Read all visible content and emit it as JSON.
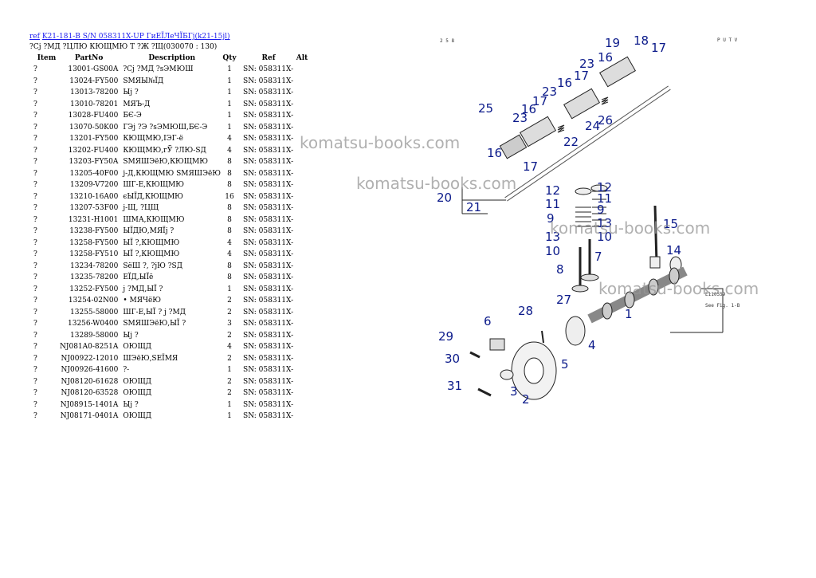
{
  "header": {
    "link_ref": "ref",
    "link_title": "K21-181-B S/N 058311X-UP ГиЕЇЛеЧЇБГј(k21-15jl)",
    "subtitle": "?Сј ?МД ?ЦЛЮ КЮЩМЮ Т ?Ж ?Щ(030070 : 130)"
  },
  "table": {
    "columns": [
      "Item",
      "PartNo",
      "Description",
      "Qty",
      "Ref",
      "Alt"
    ],
    "rows": [
      {
        "item": "?",
        "part": "13001-GS00A",
        "desc": "?Сј ?МД ?sЭМЮШ",
        "qty": "1",
        "ref": "SN: 058311X-"
      },
      {
        "item": "?",
        "part": "13024-FY500",
        "desc": "SМЯЫ№ЇД",
        "qty": "1",
        "ref": "SN: 058311X-"
      },
      {
        "item": "?",
        "part": "13013-78200",
        "desc": "Ыј ?",
        "qty": "1",
        "ref": "SN: 058311X-"
      },
      {
        "item": "?",
        "part": "13010-78201",
        "desc": "МЯЪ-Д",
        "qty": "1",
        "ref": "SN: 058311X-"
      },
      {
        "item": "?",
        "part": "13028-FU400",
        "desc": "БЄ-Э",
        "qty": "1",
        "ref": "SN: 058311X-"
      },
      {
        "item": "?",
        "part": "13070-50K00",
        "desc": "ГЭј ?Э ?sЭМЮШ,БЄ-Э",
        "qty": "1",
        "ref": "SN: 058311X-"
      },
      {
        "item": "?",
        "part": "13201-FY500",
        "desc": "КЮЩМЮ,ІЭГ-ё",
        "qty": "4",
        "ref": "SN: 058311X-"
      },
      {
        "item": "?",
        "part": "13202-FU400",
        "desc": "КЮЩМЮ,гЎ ?ЛЮ-SД",
        "qty": "4",
        "ref": "SN: 058311X-"
      },
      {
        "item": "?",
        "part": "13203-FY50A",
        "desc": "SМЯШЭёЮ,КЮЩМЮ",
        "qty": "8",
        "ref": "SN: 058311X-"
      },
      {
        "item": "?",
        "part": "13205-40F00",
        "desc": "ј-Д,КЮЩМЮ SМЯШЭёЮ",
        "qty": "8",
        "ref": "SN: 058311X-"
      },
      {
        "item": "?",
        "part": "13209-V7200",
        "desc": "ШГ-Е,КЮЩМЮ",
        "qty": "8",
        "ref": "SN: 058311X-"
      },
      {
        "item": "?",
        "part": "13210-16A00",
        "desc": "єЫЇД,КЮЩМЮ",
        "qty": "16",
        "ref": "SN: 058311X-"
      },
      {
        "item": "?",
        "part": "13207-53F00",
        "desc": "ј-Щ, ?ЦЩ",
        "qty": "8",
        "ref": "SN: 058311X-"
      },
      {
        "item": "?",
        "part": "13231-H1001",
        "desc": "ШМА,КЮЩМЮ",
        "qty": "8",
        "ref": "SN: 058311X-"
      },
      {
        "item": "?",
        "part": "13238-FY500",
        "desc": "ЫЇДЮ,МЯЇј ?",
        "qty": "8",
        "ref": "SN: 058311X-"
      },
      {
        "item": "?",
        "part": "13258-FY500",
        "desc": "ЫЇ ?,КЮЩМЮ",
        "qty": "4",
        "ref": "SN: 058311X-"
      },
      {
        "item": "?",
        "part": "13258-FY510",
        "desc": "ЫЇ ?,КЮЩМЮ",
        "qty": "4",
        "ref": "SN: 058311X-"
      },
      {
        "item": "?",
        "part": "13234-78200",
        "desc": "SёШ ?, ?јЮ ?SД",
        "qty": "8",
        "ref": "SN: 058311X-"
      },
      {
        "item": "?",
        "part": "13235-78200",
        "desc": "ЕЇД,ЫЇё",
        "qty": "8",
        "ref": "SN: 058311X-"
      },
      {
        "item": "?",
        "part": "13252-FY500",
        "desc": "ј ?МД,ЫЇ ?",
        "qty": "1",
        "ref": "SN: 058311X-"
      },
      {
        "item": "?",
        "part": "13254-02N00",
        "desc": "• МЯЧёЮ",
        "qty": "2",
        "ref": "SN: 058311X-"
      },
      {
        "item": "?",
        "part": "13255-58000",
        "desc": "ШГ-Е,ЫЇ ? ј ?МД",
        "qty": "2",
        "ref": "SN: 058311X-"
      },
      {
        "item": "?",
        "part": "13256-W0400",
        "desc": "SМЯШЭёЮ,ЫЇ ?",
        "qty": "3",
        "ref": "SN: 058311X-"
      },
      {
        "item": "?",
        "part": "13289-58000",
        "desc": "Ыј ?",
        "qty": "2",
        "ref": "SN: 058311X-"
      },
      {
        "item": "?",
        "part": "NJ081A0-8251A",
        "desc": "ОЮЩД",
        "qty": "4",
        "ref": "SN: 058311X-"
      },
      {
        "item": "?",
        "part": "NJ00922-12010",
        "desc": "ШЭёЮ,SЕЇМЯ",
        "qty": "2",
        "ref": "SN: 058311X-"
      },
      {
        "item": "?",
        "part": "NJ00926-41600",
        "desc": "?-",
        "qty": "1",
        "ref": "SN: 058311X-"
      },
      {
        "item": "?",
        "part": "NJ08120-61628",
        "desc": "ОЮЩД",
        "qty": "2",
        "ref": "SN: 058311X-"
      },
      {
        "item": "?",
        "part": "NJ08120-63528",
        "desc": "ОЮЩД",
        "qty": "2",
        "ref": "SN: 058311X-"
      },
      {
        "item": "?",
        "part": "NJ08915-1401A",
        "desc": "Ыј ?",
        "qty": "1",
        "ref": "SN: 058311X-"
      },
      {
        "item": "?",
        "part": "NJ08171-0401A",
        "desc": "ОЮЩД",
        "qty": "1",
        "ref": "SN: 058311X-"
      }
    ]
  },
  "diagram": {
    "corner_left": "2 5 8",
    "corner_right": "P U T V",
    "note_code": "E110559",
    "note_see": "See Fig. 1-B",
    "callouts": [
      "19",
      "18",
      "17",
      "16",
      "23",
      "17",
      "16",
      "23",
      "25",
      "16",
      "23",
      "17",
      "22",
      "24",
      "26",
      "20",
      "21",
      "12",
      "11",
      "9",
      "13",
      "10",
      "8",
      "12",
      "11",
      "9",
      "13",
      "10",
      "7",
      "15",
      "14",
      "27",
      "1",
      "28",
      "6",
      "4",
      "29",
      "5",
      "30",
      "3",
      "31",
      "2"
    ],
    "line_color": "#0b1a8a",
    "number_color": "#0b1a8a"
  },
  "watermarks": [
    "komatsu-books.com",
    "komatsu-books.com",
    "komatsu-books.com",
    "komatsu-books.com"
  ]
}
